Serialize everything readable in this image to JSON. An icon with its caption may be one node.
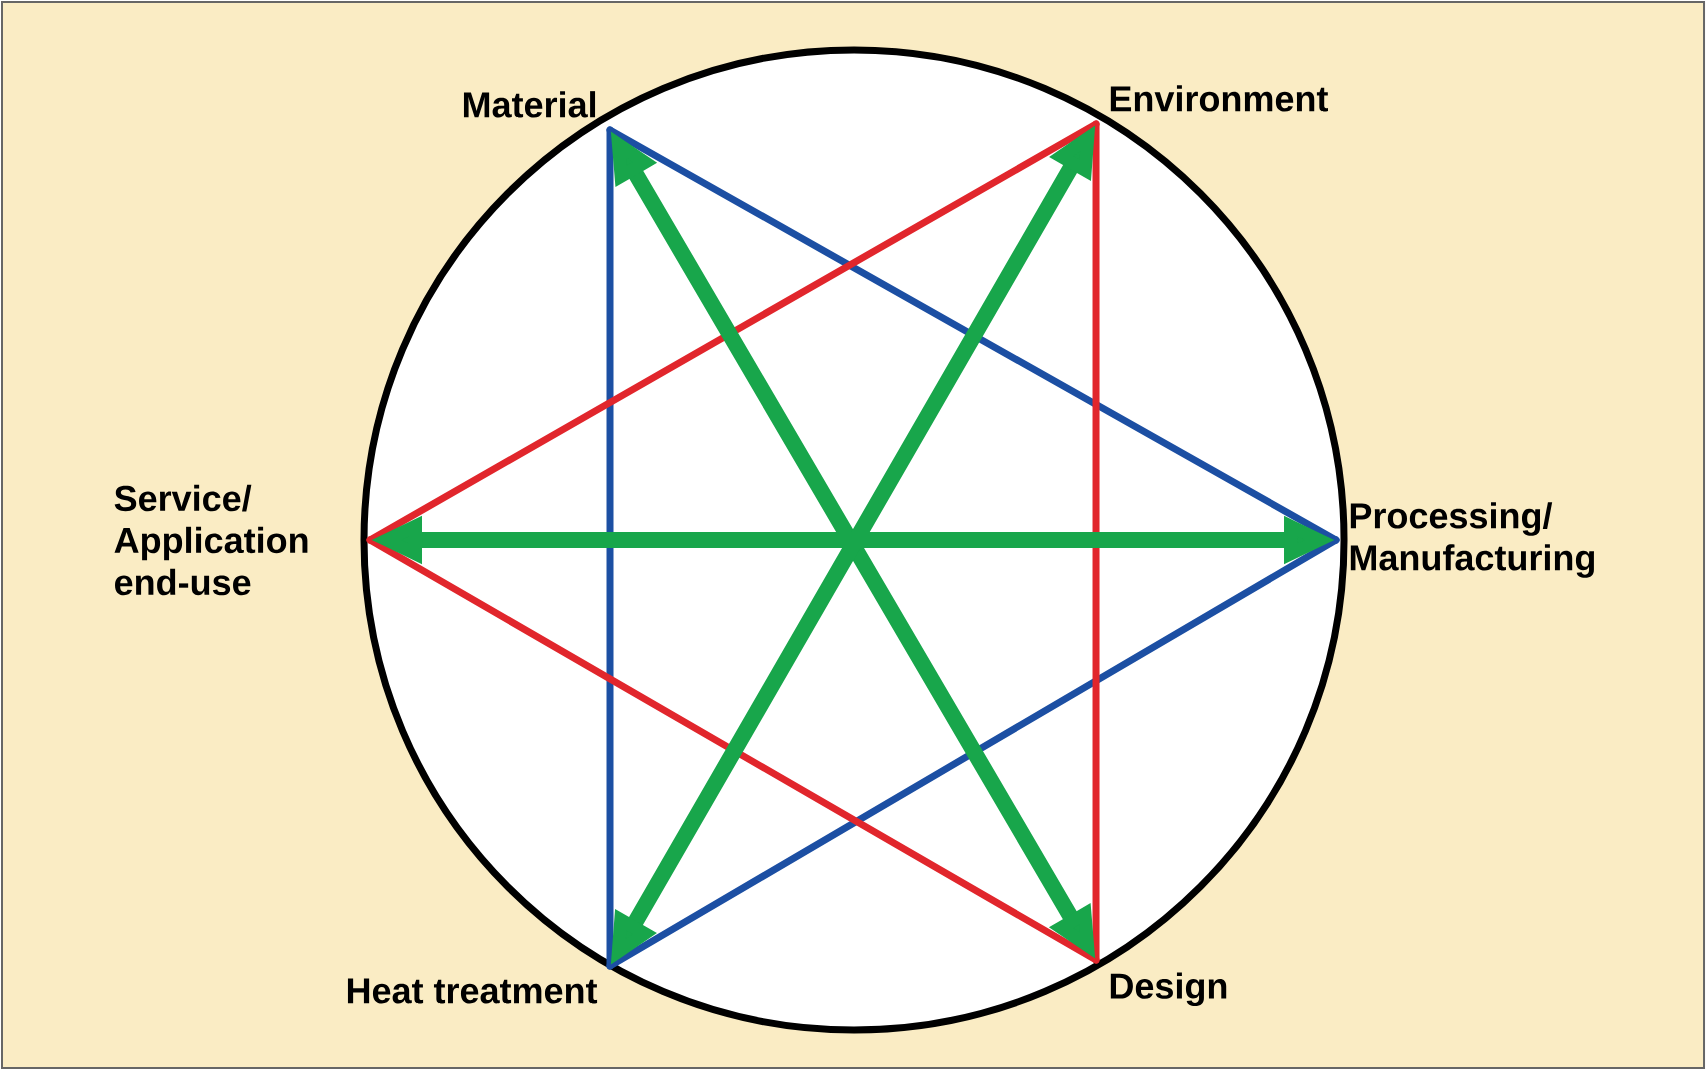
{
  "diagram": {
    "nodes": [
      {
        "text": [
          "Material"
        ]
      },
      {
        "text": [
          "Environment"
        ]
      },
      {
        "text": [
          "Service/ Application end-use"
        ]
      },
      {
        "text": [
          "Processing/ Manufacturing"
        ]
      },
      {
        "text": [
          "Heat treatment"
        ]
      },
      {
        "text": [
          "Design"
        ]
      }
    ],
    "edges": [
      {
        "from": 0,
        "to": 3,
        "arrow": "none",
        "color": "#1c4fa3"
      },
      {
        "from": 3,
        "to": 4,
        "arrow": "none",
        "color": "#1c4fa3"
      },
      {
        "from": 4,
        "to": 0,
        "arrow": "none",
        "color": "#1c4fa3"
      },
      {
        "from": 1,
        "to": 2,
        "arrow": "none",
        "color": "#e1262c"
      },
      {
        "from": 2,
        "to": 5,
        "arrow": "none",
        "color": "#e1262c"
      },
      {
        "from": 5,
        "to": 1,
        "arrow": "none",
        "color": "#e1262c"
      },
      {
        "from": 0,
        "to": 5,
        "arrow": "both",
        "color": "#18a64b",
        "style": "thick"
      },
      {
        "from": 1,
        "to": 4,
        "arrow": "both",
        "color": "#18a64b",
        "style": "thick"
      },
      {
        "from": 2,
        "to": 3,
        "arrow": "both",
        "color": "#18a64b",
        "style": "thick"
      }
    ]
  }
}
